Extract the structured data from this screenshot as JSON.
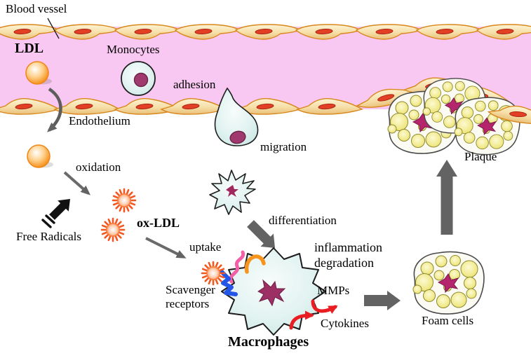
{
  "labels": {
    "blood_vessel": "Blood vessel",
    "ldl": "LDL",
    "monocytes": "Monocytes",
    "adhesion": "adhesion",
    "endothelium": "Endothelium",
    "migration": "migration",
    "oxidation": "oxidation",
    "free_radicals": "Free Radicals",
    "ox_ldl": "ox-LDL",
    "uptake": "uptake",
    "differentiation": "differentiation",
    "scavenger_line1": "Scavenger",
    "scavenger_line2": "receptors",
    "macrophages": "Macrophages",
    "inflammation": "inflammation",
    "degradation": "degradation",
    "mmps": "MMPs",
    "cytokines": "Cytokines",
    "foam_cells": "Foam cells",
    "plaque": "Plaque"
  },
  "colors": {
    "lumen_pink": "#f9c8f2",
    "endothelial_cell": "#f6e0ab",
    "endothelial_outline": "#d9861b",
    "endothelial_nucleus": "#e23f25",
    "cell_cytoplasm": "#e2f3f1",
    "cell_nucleus": "#9c3566",
    "ldl_orange": "#f79421",
    "ox_ldl_orange": "#f3561f",
    "lipid_droplet": "#f0ea8e",
    "arrow_gray": "#636363",
    "arrow_red": "#ea1d22",
    "arrow_black": "#111111",
    "receptor_blue": "#2456e8",
    "receptor_pink": "#f261a8",
    "receptor_orange": "#f7941d"
  }
}
